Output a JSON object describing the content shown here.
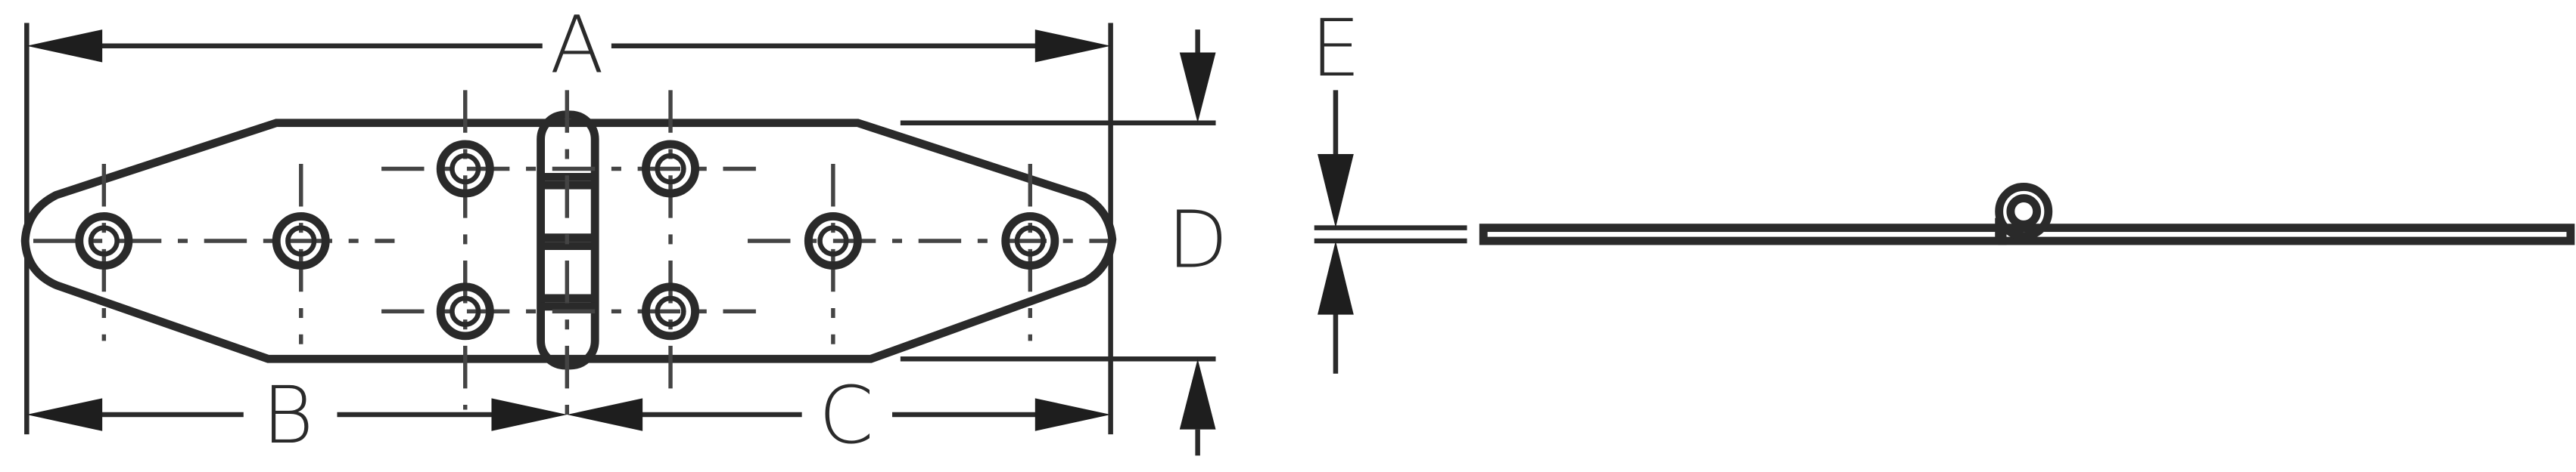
{
  "labels": {
    "a": "A",
    "b": "B",
    "c": "C",
    "d": "D",
    "e": "E"
  }
}
